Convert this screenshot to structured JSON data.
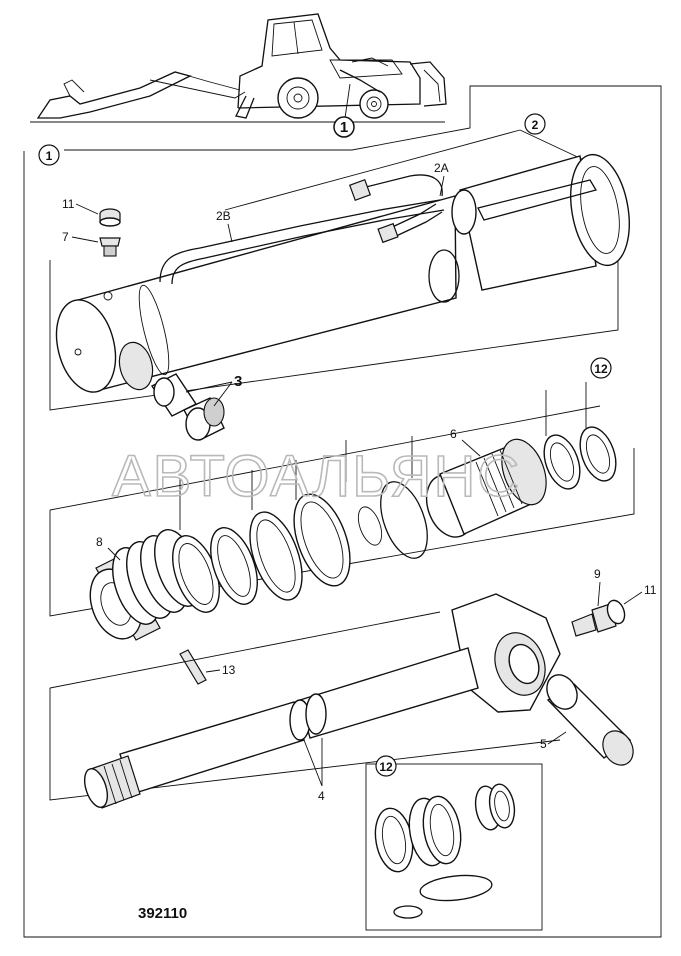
{
  "diagram": {
    "part_number": "392110",
    "watermark": "АВТОАЛЬЯНС",
    "callouts": {
      "assembly_1_top": "1",
      "assembly_1_frame": "1",
      "item_2": "2",
      "item_2a": "2A",
      "item_2b": "2B",
      "item_3": "3",
      "item_4": "4",
      "item_5": "5",
      "item_6": "6",
      "item_7": "7",
      "item_8": "8",
      "item_9": "9",
      "item_11_left": "11",
      "item_11_right": "11",
      "item_12_upper": "12",
      "item_12_kit": "12",
      "item_13": "13"
    }
  }
}
